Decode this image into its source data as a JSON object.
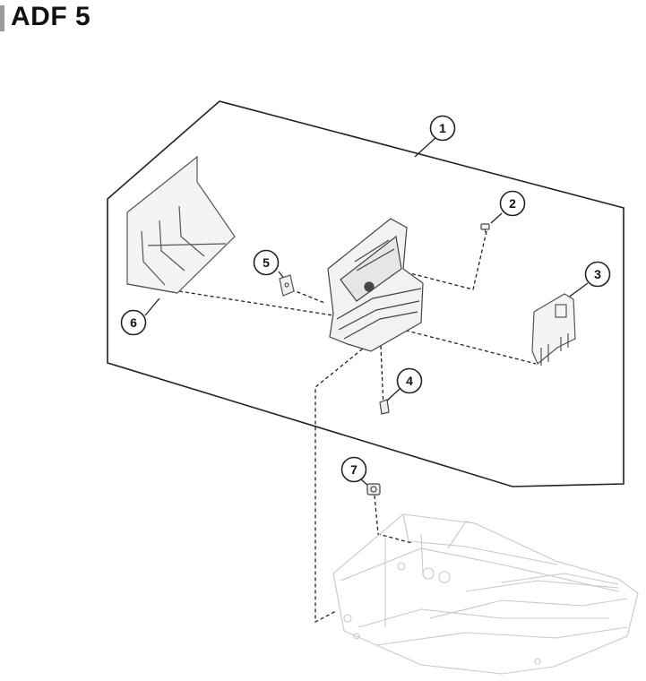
{
  "title": "ADF 5",
  "callouts": [
    "1",
    "2",
    "3",
    "4",
    "5",
    "6",
    "7"
  ],
  "colors": {
    "line": "#222222",
    "part": "#555555",
    "ghost": "#c8c8c8",
    "accent_bar": "#9a9a9a"
  }
}
